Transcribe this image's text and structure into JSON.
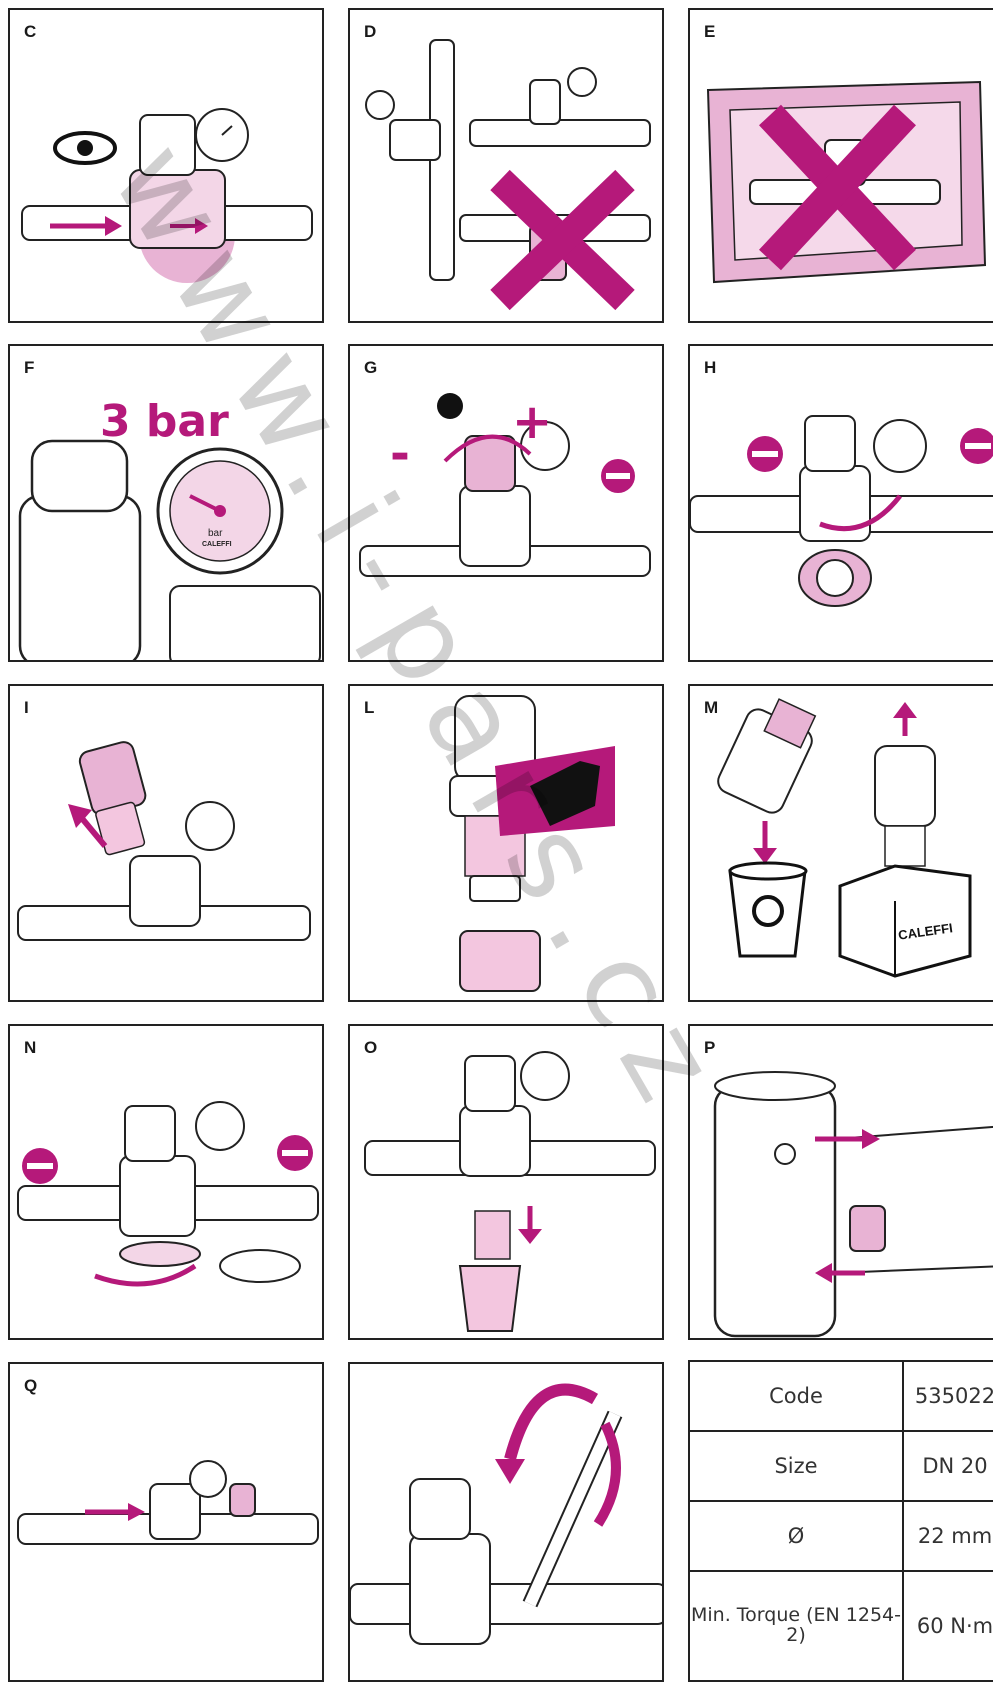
{
  "panels": {
    "c": {
      "letter": "C"
    },
    "d": {
      "letter": "D"
    },
    "e": {
      "letter": "E"
    },
    "f": {
      "letter": "F",
      "pressure_label": "3 bar",
      "gauge_unit": "bar",
      "gauge_brand": "CALEFFI"
    },
    "g": {
      "letter": "G",
      "minus": "-",
      "plus": "+"
    },
    "h": {
      "letter": "H"
    },
    "i": {
      "letter": "I"
    },
    "l": {
      "letter": "L"
    },
    "m": {
      "letter": "M",
      "box_brand": "CALEFFI"
    },
    "n": {
      "letter": "N"
    },
    "o": {
      "letter": "O"
    },
    "p": {
      "letter": "P"
    },
    "q": {
      "letter": "Q"
    }
  },
  "spec_table": {
    "rows": [
      {
        "label": "Code",
        "value": "535022"
      },
      {
        "label": "Size",
        "value": "DN 20"
      },
      {
        "label": "Ø",
        "value": "22 mm"
      },
      {
        "label": "Min. Torque (EN 1254-2)",
        "value": "60 N·m"
      }
    ]
  },
  "watermark": "www.i-pars.cz",
  "colors": {
    "accent": "#b5197a",
    "accent_light": "#e8b3d4",
    "line": "#222222"
  }
}
